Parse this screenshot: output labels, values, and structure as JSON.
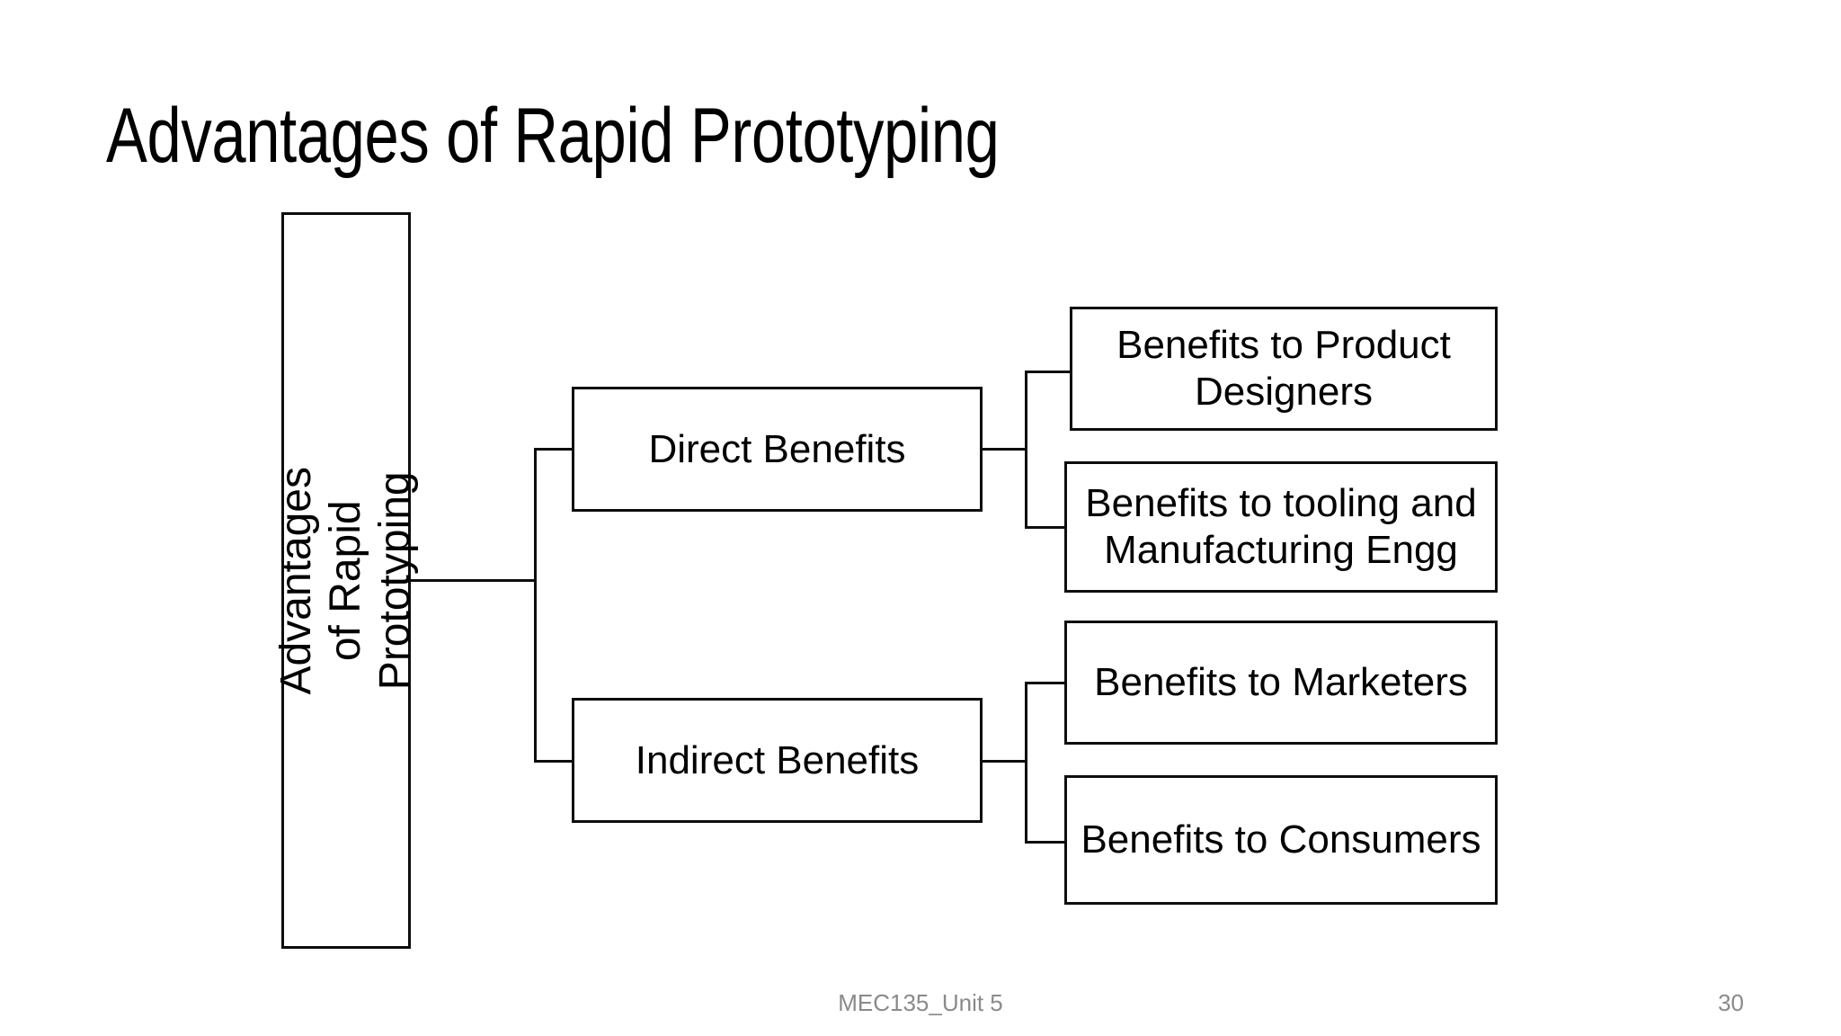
{
  "slide": {
    "title": "Advantages of Rapid Prototyping",
    "page_number": "30",
    "footer": "MEC135_Unit 5",
    "background_color": "#FFFFFF",
    "line_color": "#0D0D0D",
    "text_color": "#000000",
    "footer_color": "#8A8A8A"
  },
  "diagram": {
    "type": "horizontal-tree",
    "root": {
      "label": "Advantages of Rapid Prototyping",
      "orientation": "vertical-text"
    },
    "branches": [
      {
        "label": "Direct Benefits",
        "children": [
          {
            "label": "Benefits to Product Designers"
          },
          {
            "label": "Benefits to tooling and Manufacturing Engg"
          }
        ]
      },
      {
        "label": "Indirect Benefits",
        "children": [
          {
            "label": "Benefits to Marketers"
          },
          {
            "label": "Benefits to Consumers"
          }
        ]
      }
    ]
  }
}
